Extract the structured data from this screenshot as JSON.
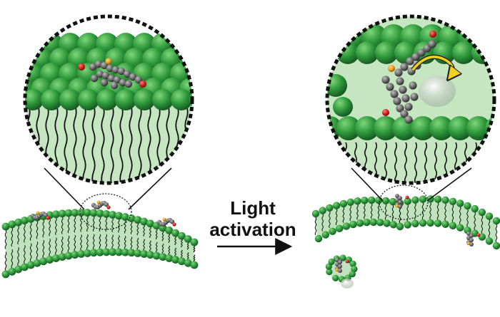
{
  "figure": {
    "label_line1": "Light",
    "label_line2": "activation"
  },
  "colors": {
    "lipid_head": "#2f9a3c",
    "lipid_head_dark": "#1f6e2a",
    "membrane_fill": "#bfe3bc",
    "lipid_tail": "#111111",
    "molecule": "#6a6a6a",
    "oxygen": "#d11f1f",
    "sulfur": "#e8a020",
    "rotation_arrow": "#f0d21a"
  },
  "icons": [
    "magnifier-circle-before",
    "magnifier-circle-after",
    "rotation-arrow",
    "process-arrow"
  ]
}
